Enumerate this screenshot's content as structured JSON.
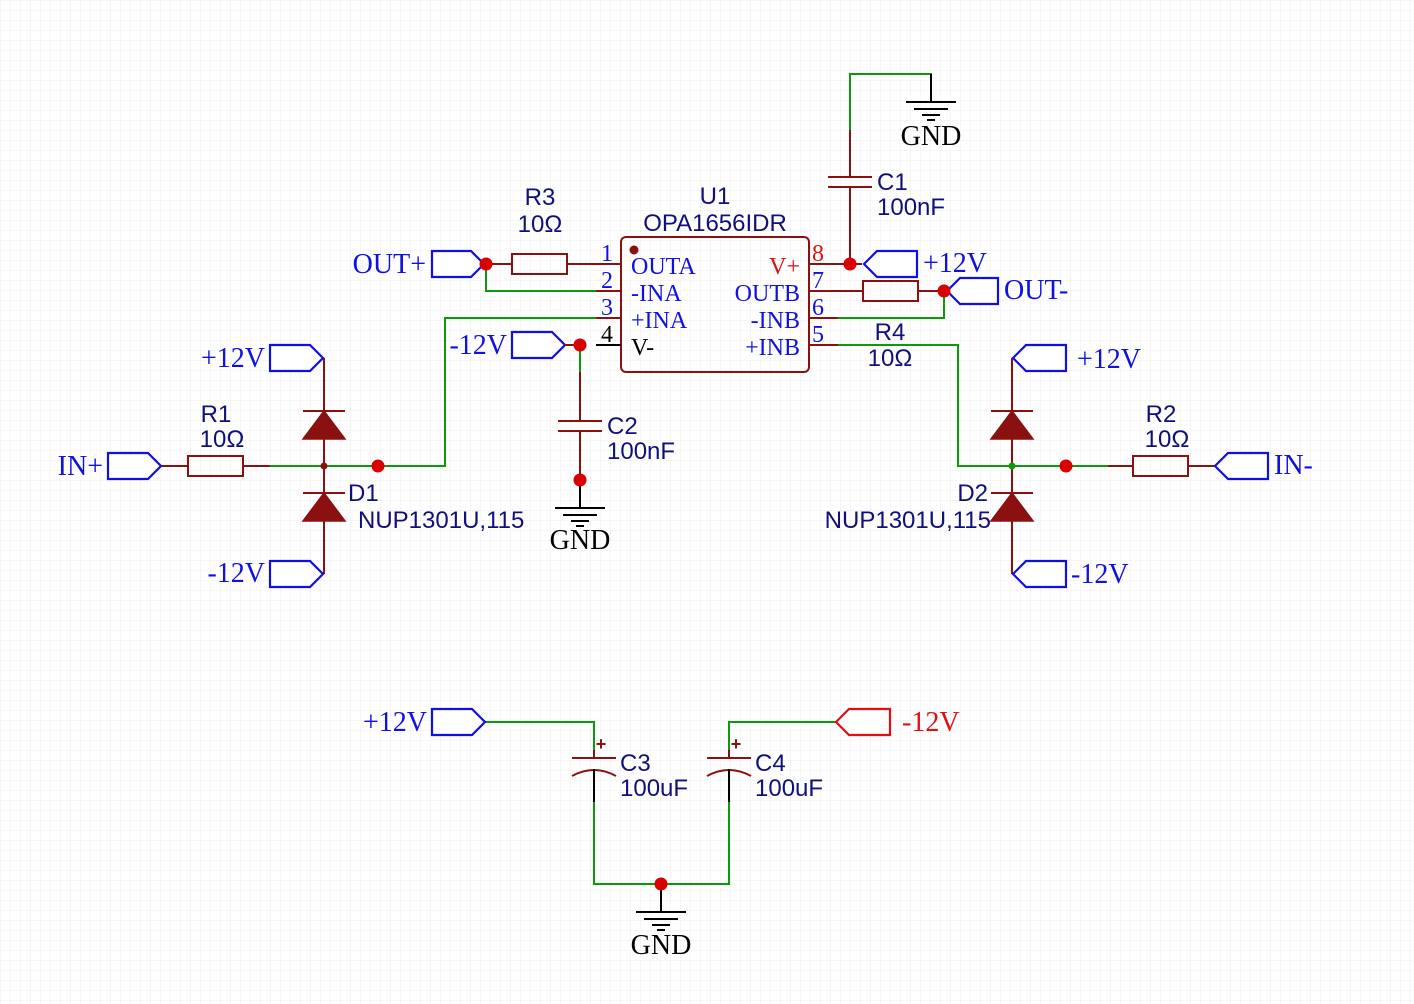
{
  "colors": {
    "wire": "#0a9a0a",
    "device": "#8b1010",
    "net_label": "#1010e0",
    "net_label_alt": "#e01010",
    "junction": "#d80000",
    "designator": "#10107a",
    "ground": "#000000",
    "grid": "#ececec"
  },
  "components": {
    "u1": {
      "ref": "U1",
      "value": "OPA1656IDR",
      "pins_left": [
        {
          "num": "1",
          "name": "OUTA"
        },
        {
          "num": "2",
          "name": "-INA"
        },
        {
          "num": "3",
          "name": "+INA"
        },
        {
          "num": "4",
          "name": "V-"
        }
      ],
      "pins_right": [
        {
          "num": "8",
          "name": "V+"
        },
        {
          "num": "7",
          "name": "OUTB"
        },
        {
          "num": "6",
          "name": "-INB"
        },
        {
          "num": "5",
          "name": "+INB"
        }
      ]
    },
    "r1": {
      "ref": "R1",
      "value": "10Ω"
    },
    "r2": {
      "ref": "R2",
      "value": "10Ω"
    },
    "r3": {
      "ref": "R3",
      "value": "10Ω"
    },
    "r4": {
      "ref": "R4",
      "value": "10Ω"
    },
    "c1": {
      "ref": "C1",
      "value": "100nF"
    },
    "c2": {
      "ref": "C2",
      "value": "100nF"
    },
    "c3": {
      "ref": "C3",
      "value": "100uF",
      "polarity": "+"
    },
    "c4": {
      "ref": "C4",
      "value": "100uF",
      "polarity": "+"
    },
    "d1": {
      "ref": "D1",
      "value": "NUP1301U,115"
    },
    "d2": {
      "ref": "D2",
      "value": "NUP1301U,115"
    }
  },
  "net_labels": {
    "out_plus": "OUT+",
    "out_minus": "OUT-",
    "in_plus": "IN+",
    "in_minus": "IN-",
    "p12_u1": "+12V",
    "m12_u1": "-12V",
    "p12_d1": "+12V",
    "m12_d1": "-12V",
    "p12_d2": "+12V",
    "m12_d2": "-12V",
    "p12_bulk": "+12V",
    "m12_bulk": "-12V"
  },
  "ground_symbols": {
    "gnd_c1": "GND",
    "gnd_c2": "GND",
    "gnd_bulk": "GND"
  }
}
